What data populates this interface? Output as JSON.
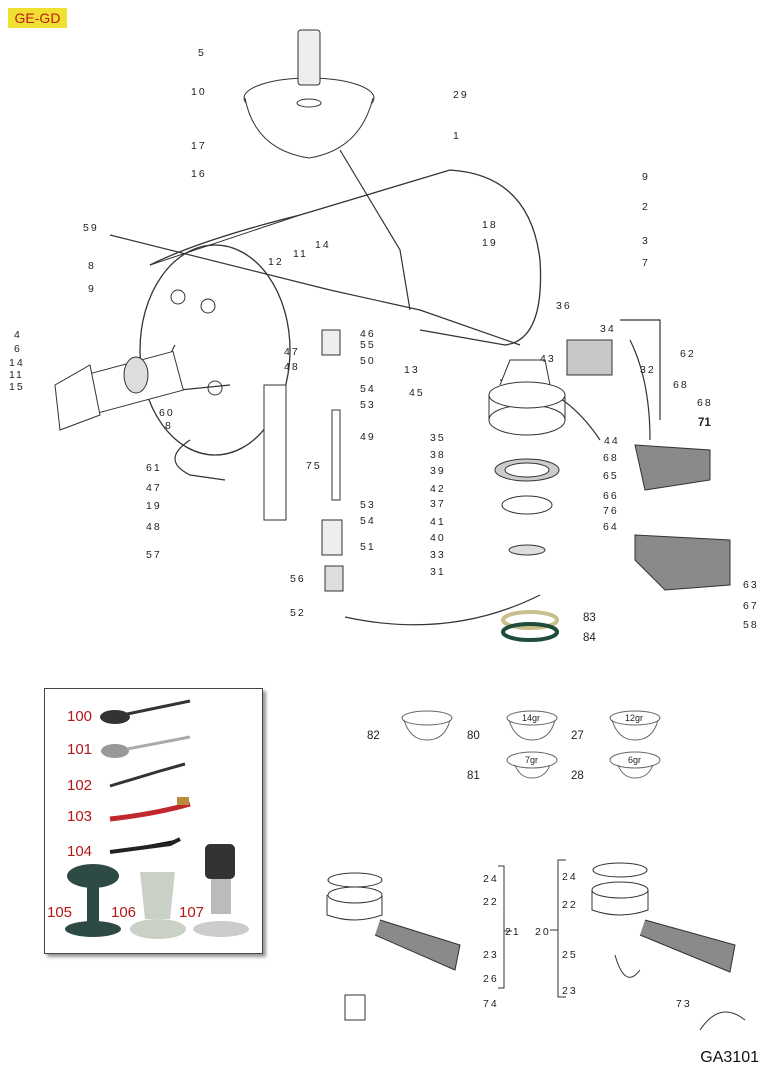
{
  "header": {
    "model_tag": "GE-GD"
  },
  "footer": {
    "drawing_code": "GA3101"
  },
  "colors": {
    "tag_bg": "#f0e030",
    "tag_text": "#c41a1a",
    "accessory_label": "#b01818",
    "gasket_beige": "#c8bf8c",
    "gasket_green": "#1f4d3a",
    "part_grey": "#8a8a8a"
  },
  "labels": {
    "l5": "5",
    "l10": "10",
    "l17": "17",
    "l16": "16",
    "l59": "59",
    "l29": "29",
    "l1": "1",
    "l9a": "9",
    "l2": "2",
    "l3": "3",
    "l7": "7",
    "l18": "18",
    "l19a": "19",
    "l12": "12",
    "l11a": "11",
    "l14a": "14",
    "l8a": "8",
    "l9b": "9",
    "l4": "4",
    "l6": "6",
    "l14b": "14",
    "l11b": "11",
    "l15": "15",
    "l60": "60",
    "l8b": "8",
    "l61": "61",
    "l47a": "47",
    "l19b": "19",
    "l48a": "48",
    "l57": "57",
    "l46": "46",
    "l55": "55",
    "l47b": "47",
    "l50": "50",
    "l48b": "48",
    "l54a": "54",
    "l53a": "53",
    "l49": "49",
    "l75": "75",
    "l53b": "53",
    "l54b": "54",
    "l51": "51",
    "l56": "56",
    "l52": "52",
    "l13": "13",
    "l45": "45",
    "l36": "36",
    "l34": "34",
    "l43": "43",
    "l62": "62",
    "l32": "32",
    "l68a": "68",
    "l68b": "68",
    "l71": "71",
    "l68c": "68",
    "l65": "65",
    "l66": "66",
    "l76": "76",
    "l64": "64",
    "l63": "63",
    "l67": "67",
    "l58": "58",
    "l35": "35",
    "l38": "38",
    "l39": "39",
    "l42": "42",
    "l37": "37",
    "l41": "41",
    "l40": "40",
    "l33": "33",
    "l31": "31",
    "l44": "44",
    "l83": "83",
    "l84": "84",
    "l82": "82",
    "l80": "80",
    "l27": "27",
    "l81": "81",
    "l28": "28",
    "l24a": "24",
    "l22a": "22",
    "l21": "21",
    "l23a": "23",
    "l26": "26",
    "l74": "74",
    "l20": "20",
    "l24b": "24",
    "l22b": "22",
    "l25": "25",
    "l23b": "23",
    "l73": "73"
  },
  "filter_baskets": [
    {
      "ref": "82",
      "marking": ""
    },
    {
      "ref": "80",
      "marking": "14gr"
    },
    {
      "ref": "27",
      "marking": "12gr"
    },
    {
      "ref": "81",
      "marking": "7gr"
    },
    {
      "ref": "28",
      "marking": "6gr"
    }
  ],
  "accessories": [
    {
      "ref": "100",
      "item": "black measuring spoon"
    },
    {
      "ref": "101",
      "item": "metal measuring spoon"
    },
    {
      "ref": "102",
      "item": "group cleaning brush"
    },
    {
      "ref": "103",
      "item": "red wire brush"
    },
    {
      "ref": "104",
      "item": "black cleaning brush"
    },
    {
      "ref": "105",
      "item": "double-sided tamper"
    },
    {
      "ref": "106",
      "item": "tamper"
    },
    {
      "ref": "107",
      "item": "calibrated tamper"
    }
  ]
}
